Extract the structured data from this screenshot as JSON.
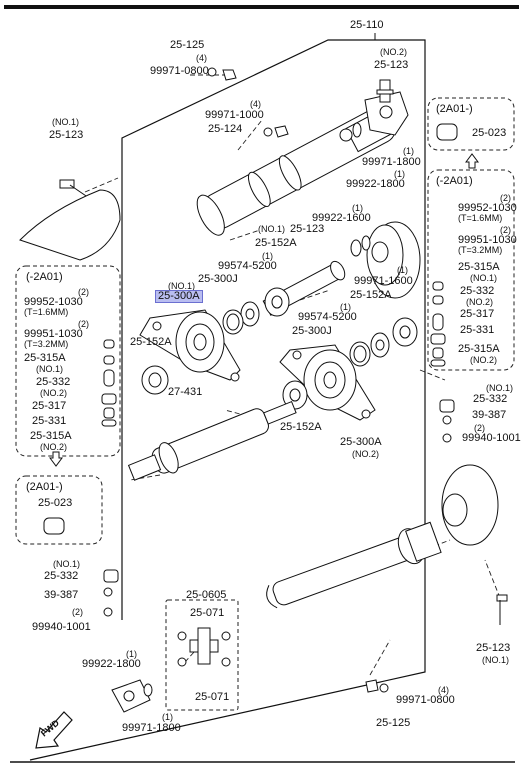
{
  "diagram": {
    "group_top": "25-110",
    "group_bottom": "25-0605",
    "fwd": "FWD",
    "labels": {
      "p25125_top": "25-125",
      "q4_top": "(4)",
      "p99971_0800_top": "99971-0800",
      "no2_top": "(NO.2)",
      "p25123_top": "25-123",
      "q4_b": "(4)",
      "p99971_1000": "99971-1000",
      "p25124": "25-124",
      "q1_a": "(1)",
      "p99971_1800_a": "99971-1800",
      "q1_b": "(1)",
      "p99922_1800_a": "99922-1800",
      "no1_left": "(NO.1)",
      "p25123_left": "25-123",
      "q1_c": "(1)",
      "p99922_1600": "99922-1600",
      "no1_mid": "(NO.1)",
      "p25123_mid": "25-123",
      "p25152A_a": "25-152A",
      "q1_d": "(1)",
      "p99574_5200_a": "99574-5200",
      "p25300J_a": "25-300J",
      "q1_e": "(1)",
      "p99971_1600": "99971-1600",
      "no1_300": "(NO.1)",
      "p25300A_hl": "25-300A",
      "p25152A_b": "25-152A",
      "q1_f": "(1)",
      "p99574_5200_b": "99574-5200",
      "p25300J_b": "25-300J",
      "p25152A_c": "25-152A",
      "p27431": "27-431",
      "p25152A_d": "25-152A",
      "p25300A_b": "25-300A",
      "no2_300": "(NO.2)",
      "no1_332r": "(NO.1)",
      "p25332_r": "25-332",
      "p39387_r": "39-387",
      "q2_r": "(2)",
      "p99940_1001_r": "99940-1001",
      "no1_332l": "(NO.1)",
      "p25332_l": "25-332",
      "p39387_l": "39-387",
      "q2_l": "(2)",
      "p99940_1001_l": "99940-1001",
      "p25071_a": "25-071",
      "p25071_b": "25-071",
      "q1_g": "(1)",
      "p99922_1800_b": "99922-1800",
      "q1_h": "(1)",
      "p99971_1800_b": "99971-1800",
      "q4_bot": "(4)",
      "p99971_0800_bot": "99971-0800",
      "p25125_bot": "25-125",
      "p25123_bot": "25-123",
      "no1_bot": "(NO.1)"
    },
    "box_right_top": {
      "code": "(2A01-)",
      "part": "25-023"
    },
    "box_right": {
      "code": "(-2A01)",
      "q2_a": "(2)",
      "p99952_1030": "99952-1030",
      "t16": "(T=1.6MM)",
      "q2_b": "(2)",
      "p99951_1030": "99951-1030",
      "t32": "(T=3.2MM)",
      "p25315A_1": "25-315A",
      "no1": "(NO.1)",
      "p25332": "25-332",
      "no2_a": "(NO.2)",
      "p25317": "25-317",
      "p25331": "25-331",
      "p25315A_2": "25-315A",
      "no2_b": "(NO.2)"
    },
    "box_left": {
      "code": "(-2A01)",
      "q2_a": "(2)",
      "p99952_1030": "99952-1030",
      "t16": "(T=1.6MM)",
      "q2_b": "(2)",
      "p99951_1030": "99951-1030",
      "t32": "(T=3.2MM)",
      "p25315A_1": "25-315A",
      "no1": "(NO.1)",
      "p25332": "25-332",
      "no2_a": "(NO.2)",
      "p25317": "25-317",
      "p25331": "25-331",
      "p25315A_2": "25-315A",
      "no2_b": "(NO.2)"
    },
    "box_left_bottom": {
      "code": "(2A01-)",
      "part": "25-023"
    }
  }
}
